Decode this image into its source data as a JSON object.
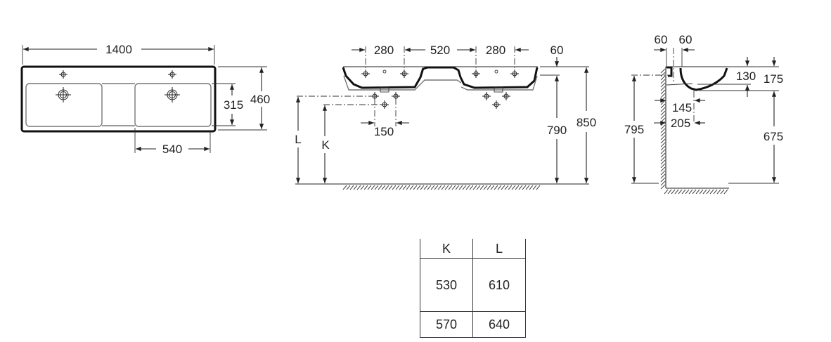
{
  "drawing": {
    "top_view": {
      "overall_width": "1400",
      "overall_depth": "460",
      "bowl_depth": "315",
      "bowl_width": "540"
    },
    "front_view": {
      "tap_hole_spacing_left": "280",
      "bowl_center_spacing": "520",
      "tap_hole_spacing_right": "280",
      "rim_thickness": "60",
      "waste_spacing": "150",
      "rim_to_bottom_height": "790",
      "overall_height": "850",
      "label_L": "L",
      "label_K": "K"
    },
    "side_view": {
      "wall_gap_1": "60",
      "wall_gap_2": "60",
      "bowl_inner_depth": "130",
      "bowl_outer_depth": "175",
      "waste_offset": "145",
      "waste_distance": "205",
      "fixing_height": "795",
      "underside_height": "675"
    }
  },
  "table": {
    "headers": [
      "K",
      "L"
    ],
    "rows": [
      [
        "530",
        "610"
      ],
      [
        "570",
        "640"
      ]
    ]
  }
}
